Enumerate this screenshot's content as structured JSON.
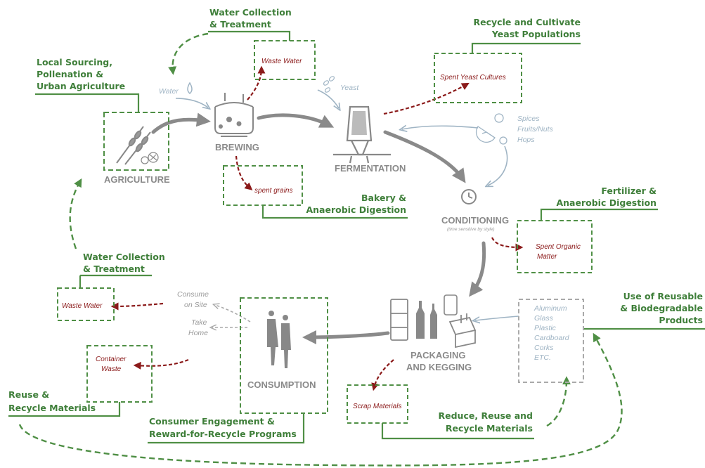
{
  "stages": {
    "agriculture": "AGRICULTURE",
    "brewing": "BREWING",
    "fermentation": "FERMENTATION",
    "conditioning": "CONDITIONING",
    "conditioning_note": "(time sensitive by style)",
    "packaging_line1": "PACKAGING",
    "packaging_line2": "AND KEGGING",
    "consumption": "CONSUMPTION"
  },
  "inputs": {
    "water": "Water",
    "yeast": "Yeast",
    "spices": "Spices",
    "fruits_nuts": "Fruits/Nuts",
    "hops": "Hops"
  },
  "waste_outputs": {
    "waste_water_top": "Waste Water",
    "spent_grains": "spent grains",
    "spent_yeast": "Spent Yeast Cultures",
    "spent_organic_line1": "Spent Organic",
    "spent_organic_line2": "Matter",
    "waste_water_left": "Waste Water",
    "container_line1": "Container",
    "container_line2": "Waste",
    "scrap": "Scrap Materials"
  },
  "consumption_options": {
    "consume_line1": "Consume",
    "consume_line2": "on Site",
    "take_line1": "Take",
    "take_line2": "Home"
  },
  "packaging_materials": [
    "Aluminum",
    "Glass",
    "Plastic",
    "Cardboard",
    "Corks",
    "ETC."
  ],
  "green_labels": {
    "water_collection_top_line1": "Water Collection",
    "water_collection_top_line2": "& Treatment",
    "local_sourcing_line1": "Local Sourcing,",
    "local_sourcing_line2": "Pollenation &",
    "local_sourcing_line3": "Urban Agriculture",
    "recycle_yeast_line1": "Recycle and Cultivate",
    "recycle_yeast_line2": "Yeast Populations",
    "bakery_line1": "Bakery &",
    "bakery_line2": "Anaerobic Digestion",
    "fertilizer_line1": "Fertilizer &",
    "fertilizer_line2": "Anaerobic Digestion",
    "reusable_line1": "Use of Reusable",
    "reusable_line2": "& Biodegradable",
    "reusable_line3": "Products",
    "water_collection_left_line1": "Water Collection",
    "water_collection_left_line2": "& Treatment",
    "reuse_recycle_line1": "Reuse &",
    "reuse_recycle_line2": "Recycle Materials",
    "consumer_engagement_line1": "Consumer Engagement &",
    "consumer_engagement_line2": "Reward-for-Recycle Programs",
    "reduce_reuse_line1": "Reduce, Reuse and",
    "reduce_reuse_line2": "Recycle Materials"
  },
  "colors": {
    "green": "#4f8f45",
    "dark_red": "#8b1a1a",
    "grey_flow": "#8a8a8a",
    "input_blue": "#9fb4c4"
  }
}
